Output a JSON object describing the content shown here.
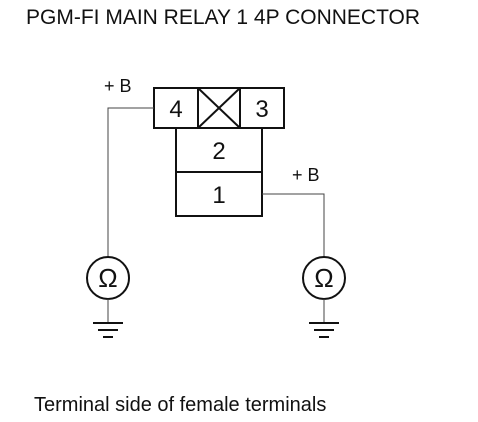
{
  "title": "PGM-FI MAIN RELAY 1 4P CONNECTOR",
  "connector": {
    "pins_top": [
      "4",
      "3"
    ],
    "pin_middle": "2",
    "pin_bottom": "1"
  },
  "probes": {
    "left_label": "+ B",
    "right_label": "+ B",
    "meter_symbol": "Ω"
  },
  "caption": "Terminal side of female terminals"
}
